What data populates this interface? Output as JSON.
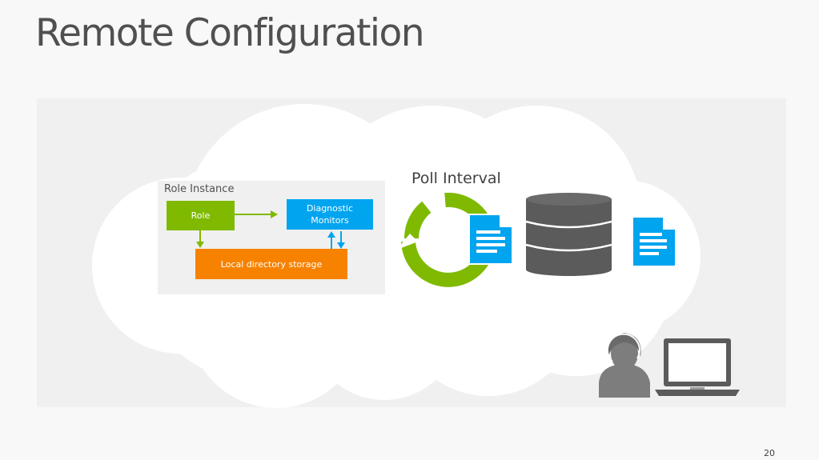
{
  "slide": {
    "title": "Remote Configuration",
    "page_number": "20"
  },
  "diagram": {
    "role_instance_label": "Role Instance",
    "role_label": "Role",
    "diagnostic_monitors_label": "Diagnostic\nMonitors",
    "local_storage_label": "Local directory storage",
    "poll_interval_label": "Poll Interval"
  },
  "icons": {
    "cloud": "cloud-icon",
    "refresh": "refresh-cycle-icon",
    "config_doc_left": "document-icon",
    "database": "database-icon",
    "config_doc_right": "document-icon",
    "user": "user-headset-icon",
    "laptop": "laptop-icon"
  },
  "colors": {
    "green": "#7fba00",
    "blue": "#00a4ef",
    "orange": "#f78200",
    "dark_gray": "#5b5b5b",
    "person_gray": "#7d7d7d"
  }
}
